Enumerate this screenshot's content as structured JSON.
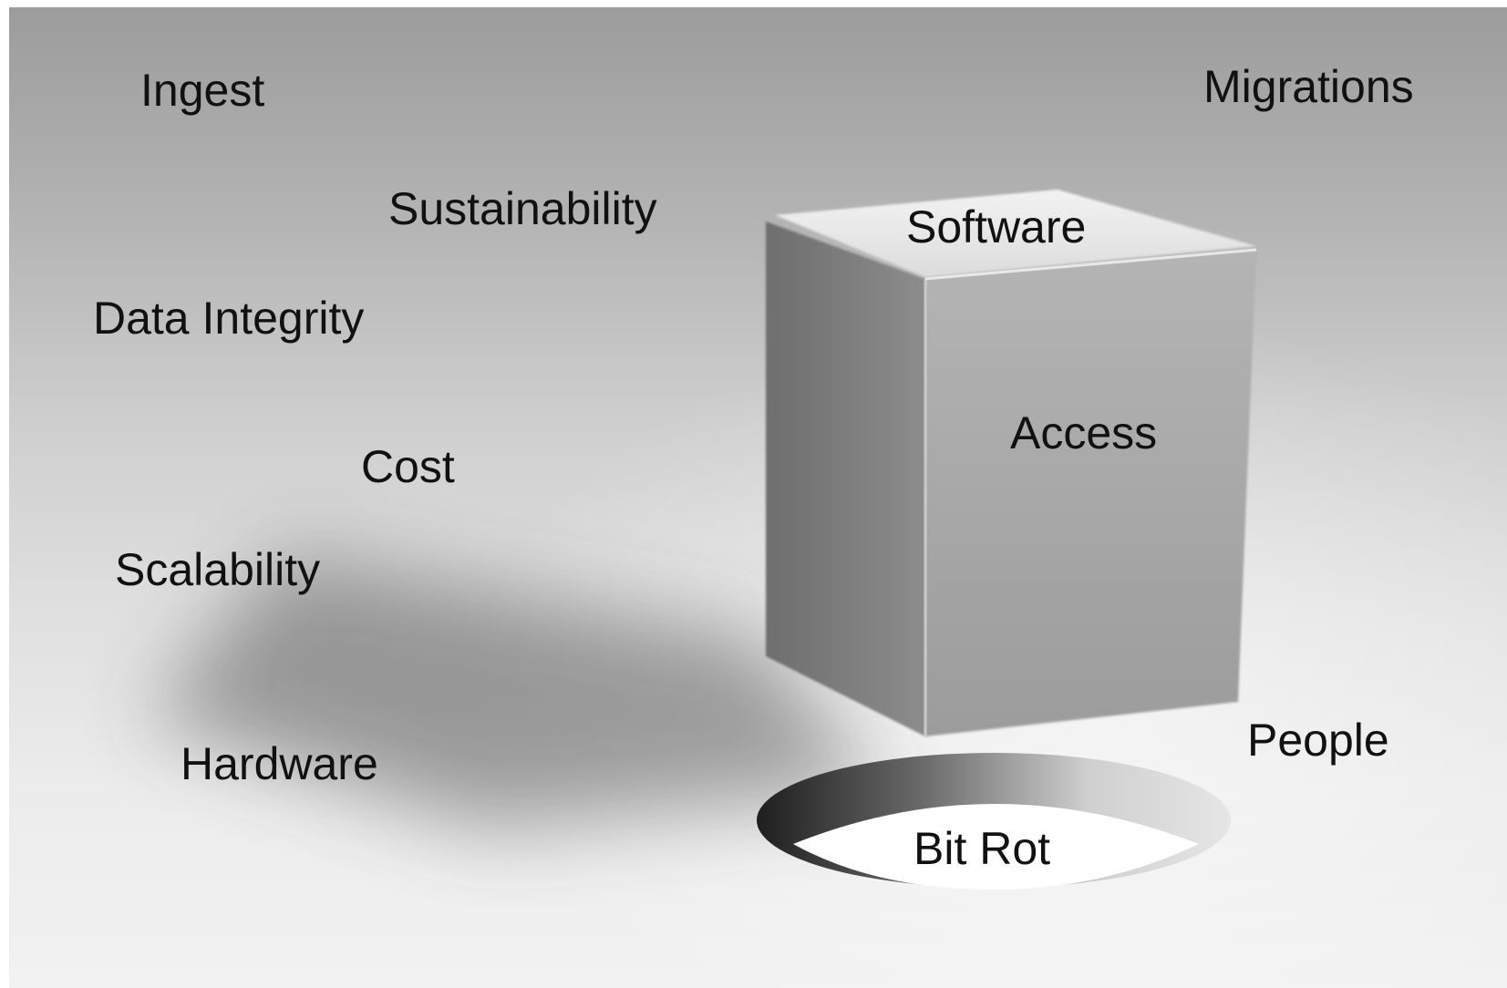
{
  "labels": {
    "ingest": "Ingest",
    "migrations": "Migrations",
    "sustainability": "Sustainability",
    "data_integrity": "Data Integrity",
    "cost": "Cost",
    "scalability": "Scalability",
    "hardware": "Hardware",
    "software": "Software",
    "access": "Access",
    "people": "People",
    "bit_rot": "Bit Rot"
  },
  "colors": {
    "text": "#111111",
    "box_front": "#a8a8a8",
    "box_side": "#7f7f7f",
    "box_top": "#e8e8e8",
    "hole_inside": "#ffffff",
    "hole_rim_dark": "#2a2a2a"
  }
}
